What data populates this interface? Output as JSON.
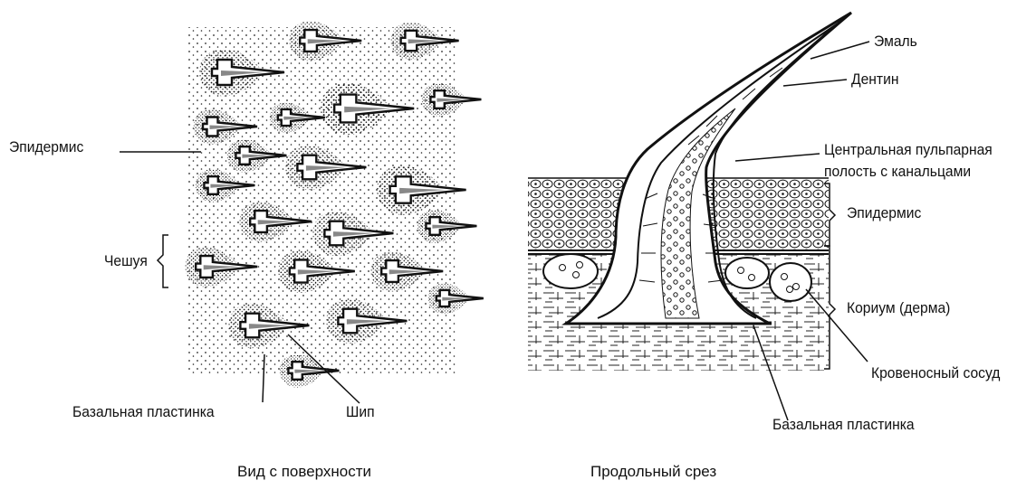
{
  "surface_view": {
    "caption": "Вид с  поверхности",
    "labels": {
      "epidermis": "Эпидермис",
      "scale": "Чешуя",
      "basal_plate": "Базальная пластинка",
      "spine": "Шип"
    }
  },
  "longitudinal_section": {
    "caption": "Продольный срез",
    "labels": {
      "enamel": "Эмаль",
      "dentin": "Дентин",
      "pulp_line1": "Центральная пульпарная",
      "pulp_line2": "полость с  канальцами",
      "epidermis": "Эпидермис",
      "corium": "Кориум (дерма)",
      "blood_vessel": "Кровеносный сосуд",
      "basal_plate": "Базальная пластинка"
    }
  }
}
